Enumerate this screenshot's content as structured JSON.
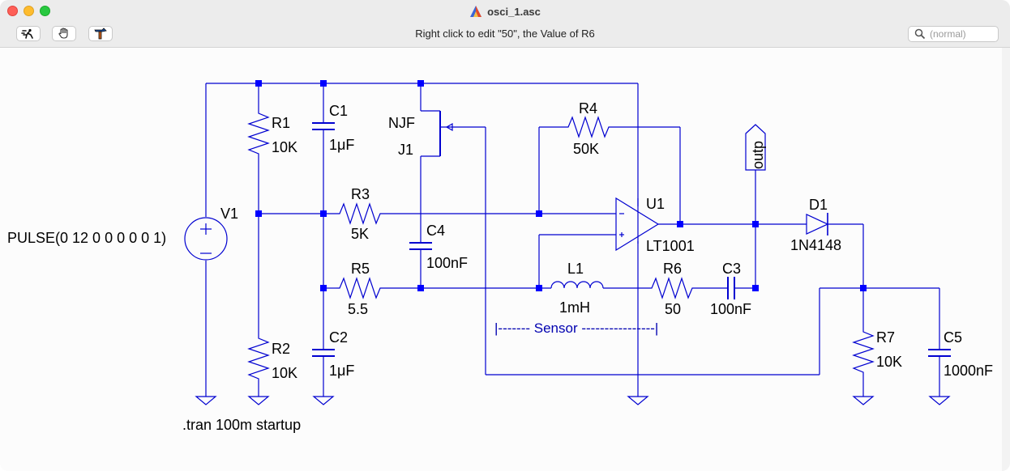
{
  "window": {
    "title": "osci_1.asc"
  },
  "toolbar": {
    "status": "Right click to edit \"50\", the Value of R6"
  },
  "search": {
    "placeholder": "(normal)"
  },
  "icons": [
    "run-icon",
    "hand-icon",
    "hammer-icon",
    "search-icon",
    "ltspice-file-icon"
  ],
  "colors": {
    "wire": "#0000d0",
    "junction": "#0000ff",
    "label": "#000000",
    "sensor": "#0000b0"
  },
  "schematic": {
    "v1": {
      "name": "V1",
      "value": "PULSE(0 12 0 0 0 0 0 1)"
    },
    "r1": {
      "name": "R1",
      "value": "10K"
    },
    "r2": {
      "name": "R2",
      "value": "10K"
    },
    "r3": {
      "name": "R3",
      "value": "5K"
    },
    "r4": {
      "name": "R4",
      "value": "50K"
    },
    "r5": {
      "name": "R5",
      "value": "5.5"
    },
    "r6": {
      "name": "R6",
      "value": "50"
    },
    "r7": {
      "name": "R7",
      "value": "10K"
    },
    "c1": {
      "name": "C1",
      "value": "1μF"
    },
    "c2": {
      "name": "C2",
      "value": "1μF"
    },
    "c3": {
      "name": "C3",
      "value": "100nF"
    },
    "c4": {
      "name": "C4",
      "value": "100nF"
    },
    "c5": {
      "name": "C5",
      "value": "1000nF"
    },
    "l1": {
      "name": "L1",
      "value": "1mH"
    },
    "j1": {
      "name": "J1",
      "value": "NJF"
    },
    "u1": {
      "name": "U1",
      "value": "LT1001"
    },
    "d1": {
      "name": "D1",
      "value": "1N4148"
    },
    "net_label": "outp",
    "sensor_text": "|------- Sensor ----------------|",
    "directive": ".tran 100m startup"
  }
}
